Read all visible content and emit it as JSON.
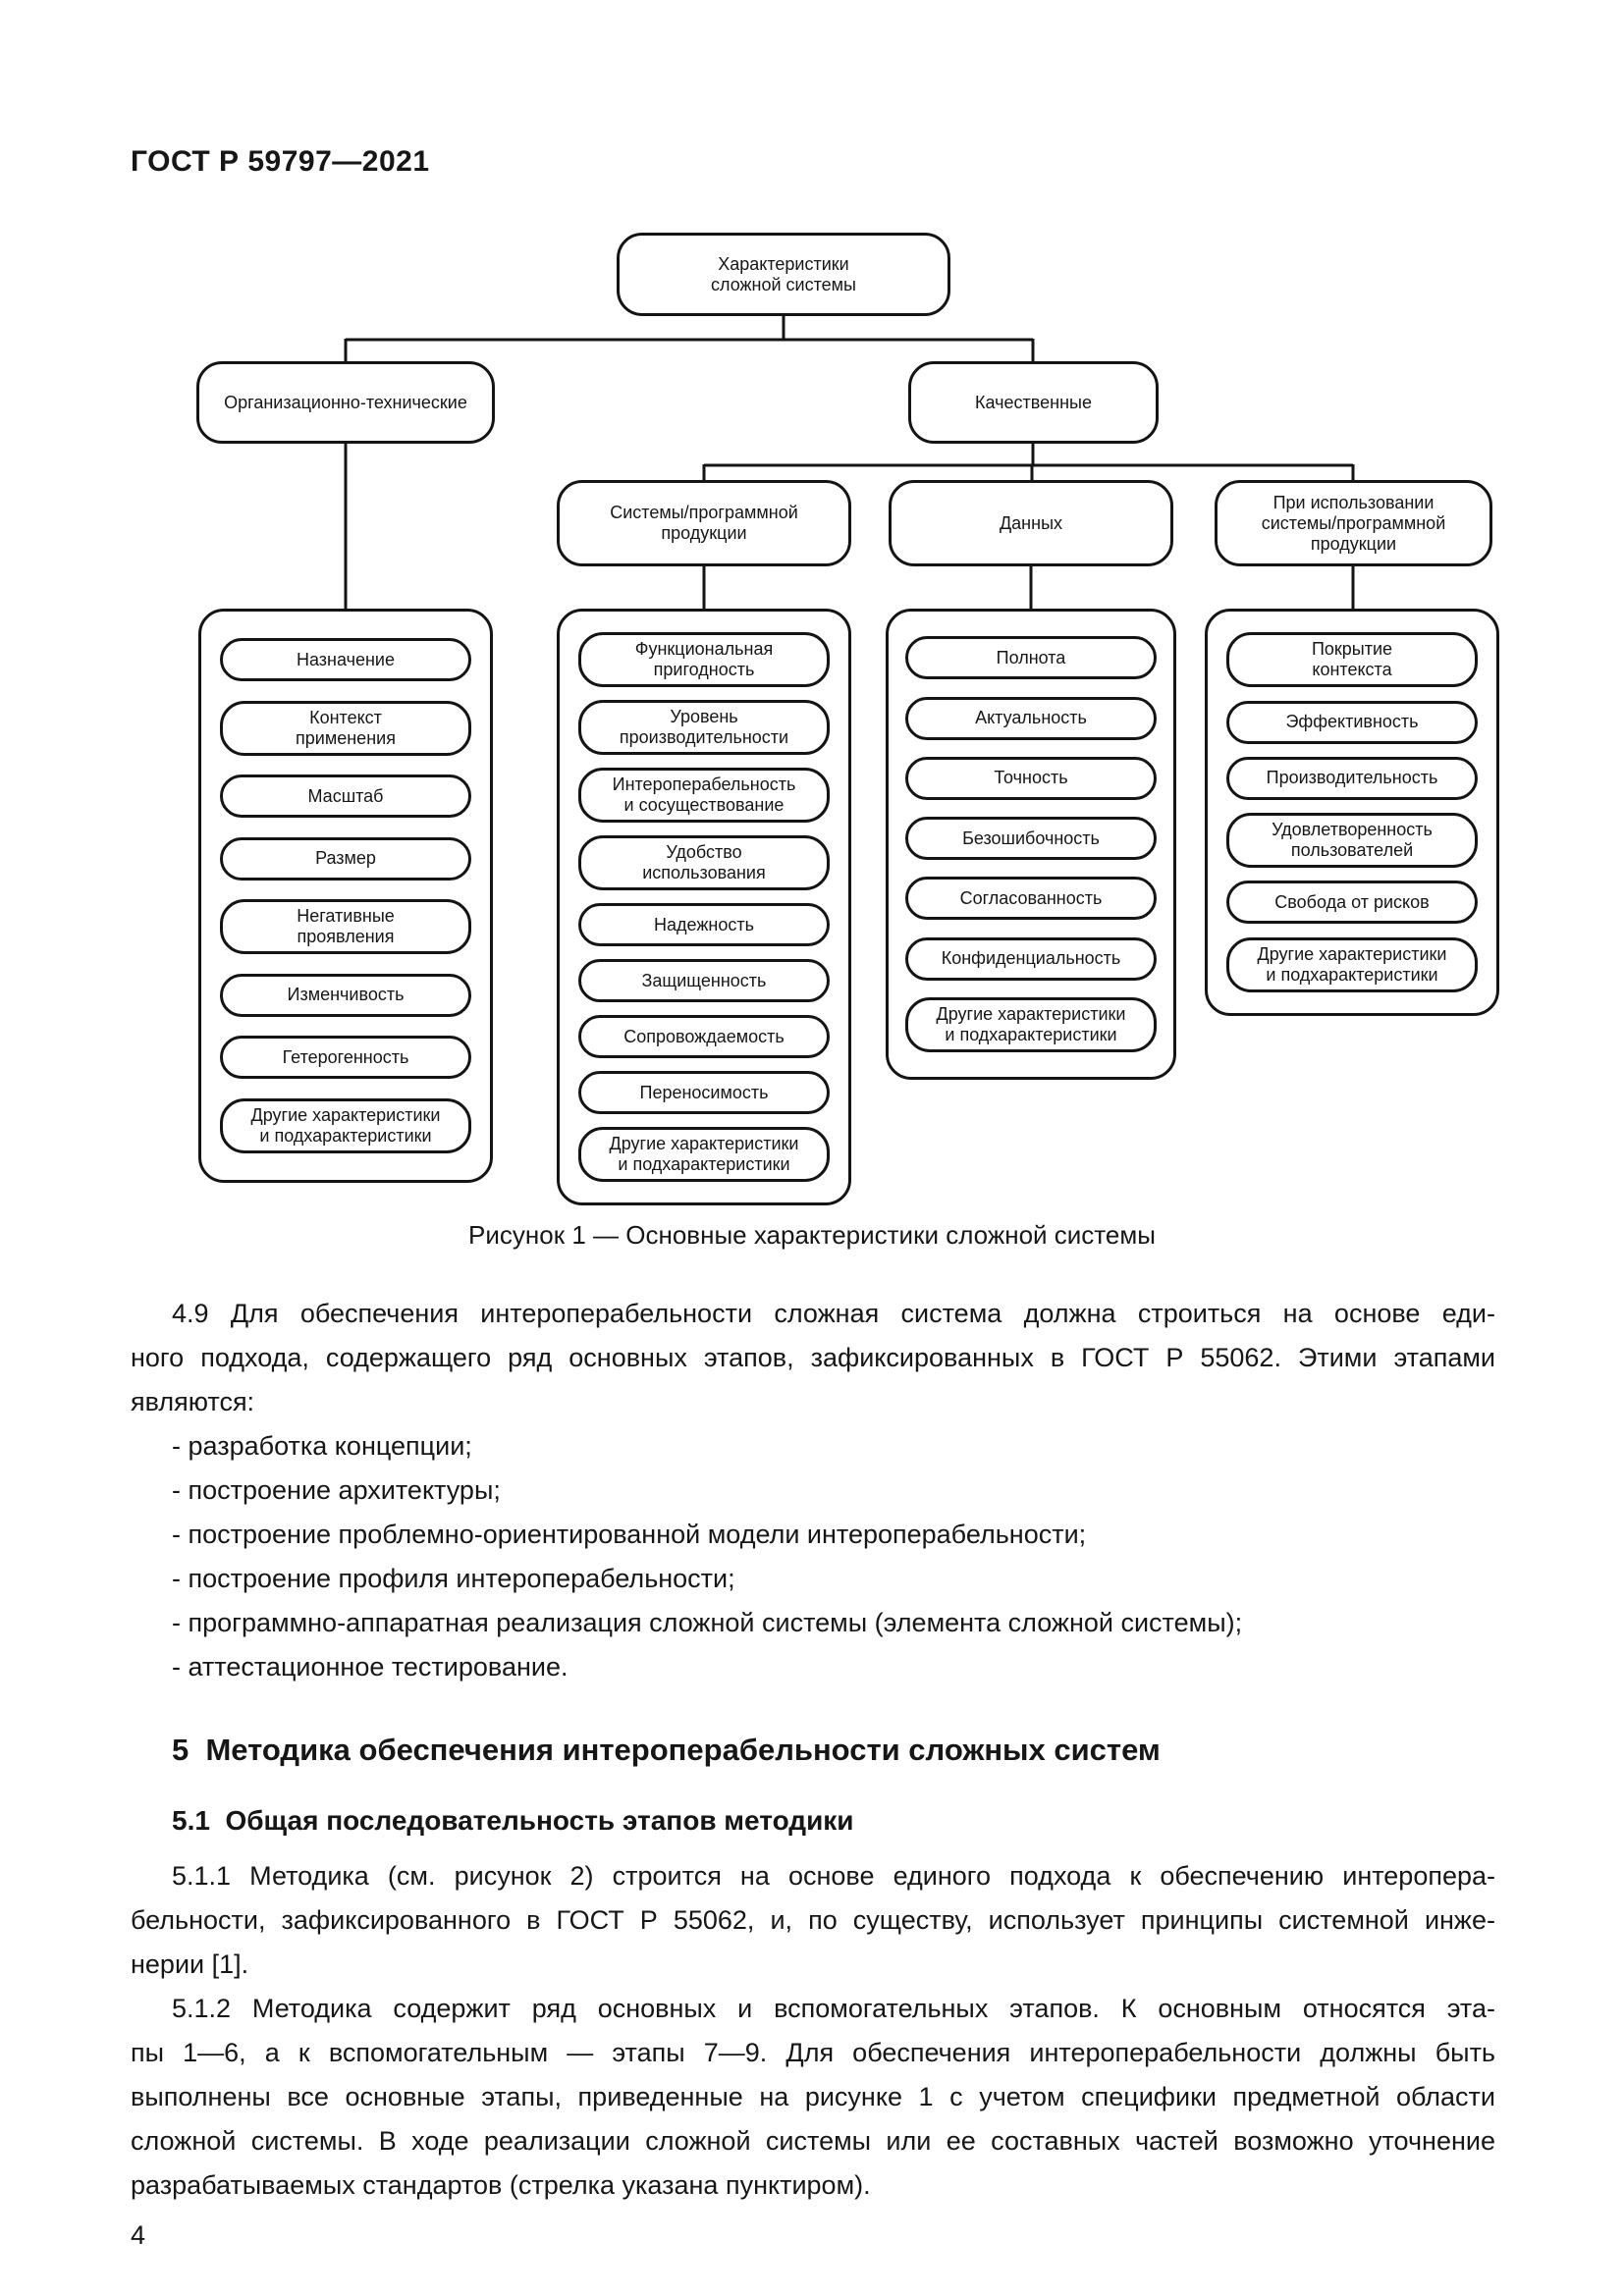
{
  "page": {
    "header": "ГОСТ Р 59797—2021",
    "number": "4"
  },
  "figure": {
    "caption": "Рисунок 1 — Основные характеристики сложной системы",
    "root": "Характеристики\nсложной системы",
    "level1": [
      {
        "label": "Организационно-технические"
      },
      {
        "label": "Качественные"
      }
    ],
    "level2": [
      {
        "label": "Системы/программной\nпродукции"
      },
      {
        "label": "Данных"
      },
      {
        "label": "При использовании\nсистемы/программной\nпродукции"
      }
    ],
    "groups": [
      {
        "items": [
          "Назначение",
          "Контекст\nприменения",
          "Масштаб",
          "Размер",
          "Негативные\nпроявления",
          "Изменчивость",
          "Гетерогенность",
          "Другие характеристики\nи подхарактеристики"
        ]
      },
      {
        "items": [
          "Функциональная\nпригодность",
          "Уровень\nпроизводительности",
          "Интероперабельность\nи сосуществование",
          "Удобство\nиспользования",
          "Надежность",
          "Защищенность",
          "Сопровождаемость",
          "Переносимость",
          "Другие характеристики\nи подхарактеристики"
        ]
      },
      {
        "items": [
          "Полнота",
          "Актуальность",
          "Точность",
          "Безошибочность",
          "Согласованность",
          "Конфиденциальность",
          "Другие характеристики\nи подхарактеристики"
        ]
      },
      {
        "items": [
          "Покрытие\nконтекста",
          "Эффективность",
          "Производительность",
          "Удовлетворенность\nпользователей",
          "Свобода от рисков",
          "Другие характеристики\nи подхарактеристики"
        ]
      }
    ]
  },
  "content": {
    "para_4_9": {
      "lines": [
        "4.9 Для обеспечения интероперабельности сложная система должна строиться на основе еди-",
        "ного подхода, содержащего ряд основных этапов, зафиксированных в ГОСТ Р 55062. Этими этапами",
        "являются:"
      ]
    },
    "list": [
      "- разработка концепции;",
      "- построение архитектуры;",
      "- построение проблемно-ориентированной модели интероперабельности;",
      "- построение профиля интероперабельности;",
      "- программно-аппаратная реализация сложной системы (элемента сложной системы);",
      "- аттестационное тестирование."
    ],
    "heading_5": "5  Методика обеспечения интероперабельности сложных систем",
    "heading_5_1": "5.1  Общая последовательность этапов методики",
    "para_5_1_1": {
      "lines": [
        "5.1.1 Методика (см. рисунок 2) строится на основе единого подхода к обеспечению интеропера-",
        "бельности, зафиксированного в ГОСТ Р 55062, и, по существу, использует принципы системной инже-",
        "нерии [1]."
      ]
    },
    "para_5_1_2": {
      "lines": [
        "5.1.2 Методика содержит ряд основных и вспомогательных этапов. К основным относятся эта-",
        "пы 1—6, а к вспомогательным — этапы 7—9. Для обеспечения интероперабельности должны быть",
        "выполнены все основные этапы, приведенные на рисунке 1 с учетом специфики предметной области",
        "сложной системы. В ходе реализации сложной системы или ее составных частей возможно уточнение",
        "разрабатываемых стандартов (стрелка указана пунктиром)."
      ]
    }
  }
}
